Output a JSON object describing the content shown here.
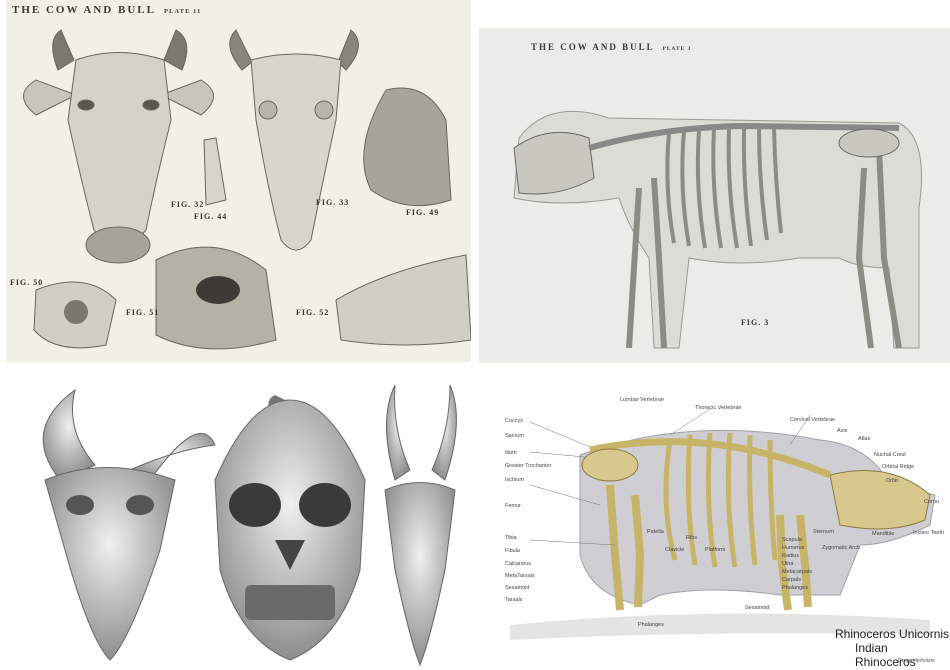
{
  "panels": {
    "top_left": {
      "title": "THE COW AND BULL",
      "plate": "PLATE 11",
      "figures": [
        "FIG. 32",
        "FIG. 33",
        "FIG. 44",
        "FIG. 49",
        "FIG. 50",
        "FIG. 51",
        "FIG. 52"
      ],
      "background": "#f2efe6"
    },
    "top_right": {
      "title": "THE COW AND BULL",
      "plate": "PLATE 3",
      "figures": [
        "FIG. 3"
      ],
      "background": "#ebebe7"
    },
    "bottom_left": {
      "background": "#ffffff"
    },
    "bottom_right": {
      "labels_left": [
        "Coccyx",
        "Sacrum",
        "Ilium",
        "Greater Trochanter",
        "Ischium",
        "Femur",
        "Tibia",
        "Fibula",
        "Calcaneus",
        "MetaTarsals",
        "Sesamoid",
        "Tarsals"
      ],
      "labels_top": [
        "Lumbar Vertebrae",
        "Thoracic Vertebrae",
        "Cervical Vertebrae",
        "Axis",
        "Atlas",
        "Nuchal Crest",
        "Orbital Ridge",
        "Orbit",
        "Cornu"
      ],
      "labels_bottom": [
        "Patella",
        "Ribs",
        "Clavicle",
        "Platform",
        "Sternum",
        "Scapula",
        "Humerus",
        "Radius",
        "Ulna",
        "Metacarpals",
        "Carpals",
        "Phalanges",
        "Mandible",
        "Zygomatic Arch",
        "Incisor Teeth",
        "Phalanges",
        "Sesamoid"
      ],
      "caption_title": "Rhinoceros Unicornis",
      "caption_subtitle": "Indian Rhinoceros",
      "credit": "Gregg Herholzer"
    }
  }
}
